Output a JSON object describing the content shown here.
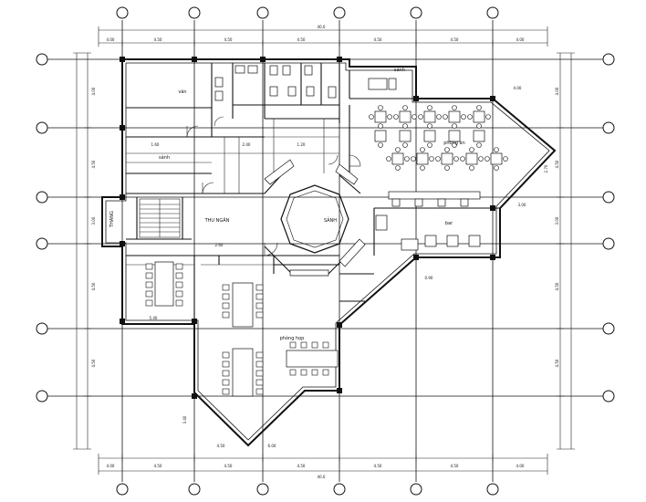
{
  "room_labels": {
    "office_left": "văn",
    "hall_mid": "sảnh",
    "hall_right": "sảnh",
    "cashier": "THU NGÂN",
    "lobby": "SẢNH",
    "dining_top": "phòng ăn",
    "bar": "bar",
    "meeting": "phòng họp",
    "stair": "THANG"
  },
  "dimension_labels": {
    "top_total": "40.0",
    "bottom_total": "40.0",
    "top_segments": [
      "4.00",
      "4.50",
      "4.50",
      "4.50",
      "4.50",
      "4.50",
      "4.00"
    ],
    "bottom_segments": [
      "4.00",
      "4.50",
      "4.50",
      "4.50",
      "4.50",
      "4.50",
      "4.00"
    ],
    "right_segments": [
      "4.00",
      "4.50",
      "3.00",
      "4.50",
      "4.50"
    ],
    "left_segments": [
      "4.00",
      "4.50",
      "3.00",
      "4.50",
      "4.50"
    ],
    "misc": [
      "4.00",
      "3.00",
      "1.60",
      "2.40",
      "1.20",
      "2.60",
      "0.90",
      "4.50",
      "6.00",
      "3.40",
      "2.70",
      "5.40"
    ]
  },
  "icons": [
    "grid-axis-bubble",
    "dining-table",
    "chair",
    "stair",
    "door-swing",
    "wc-fixture",
    "sofa"
  ]
}
